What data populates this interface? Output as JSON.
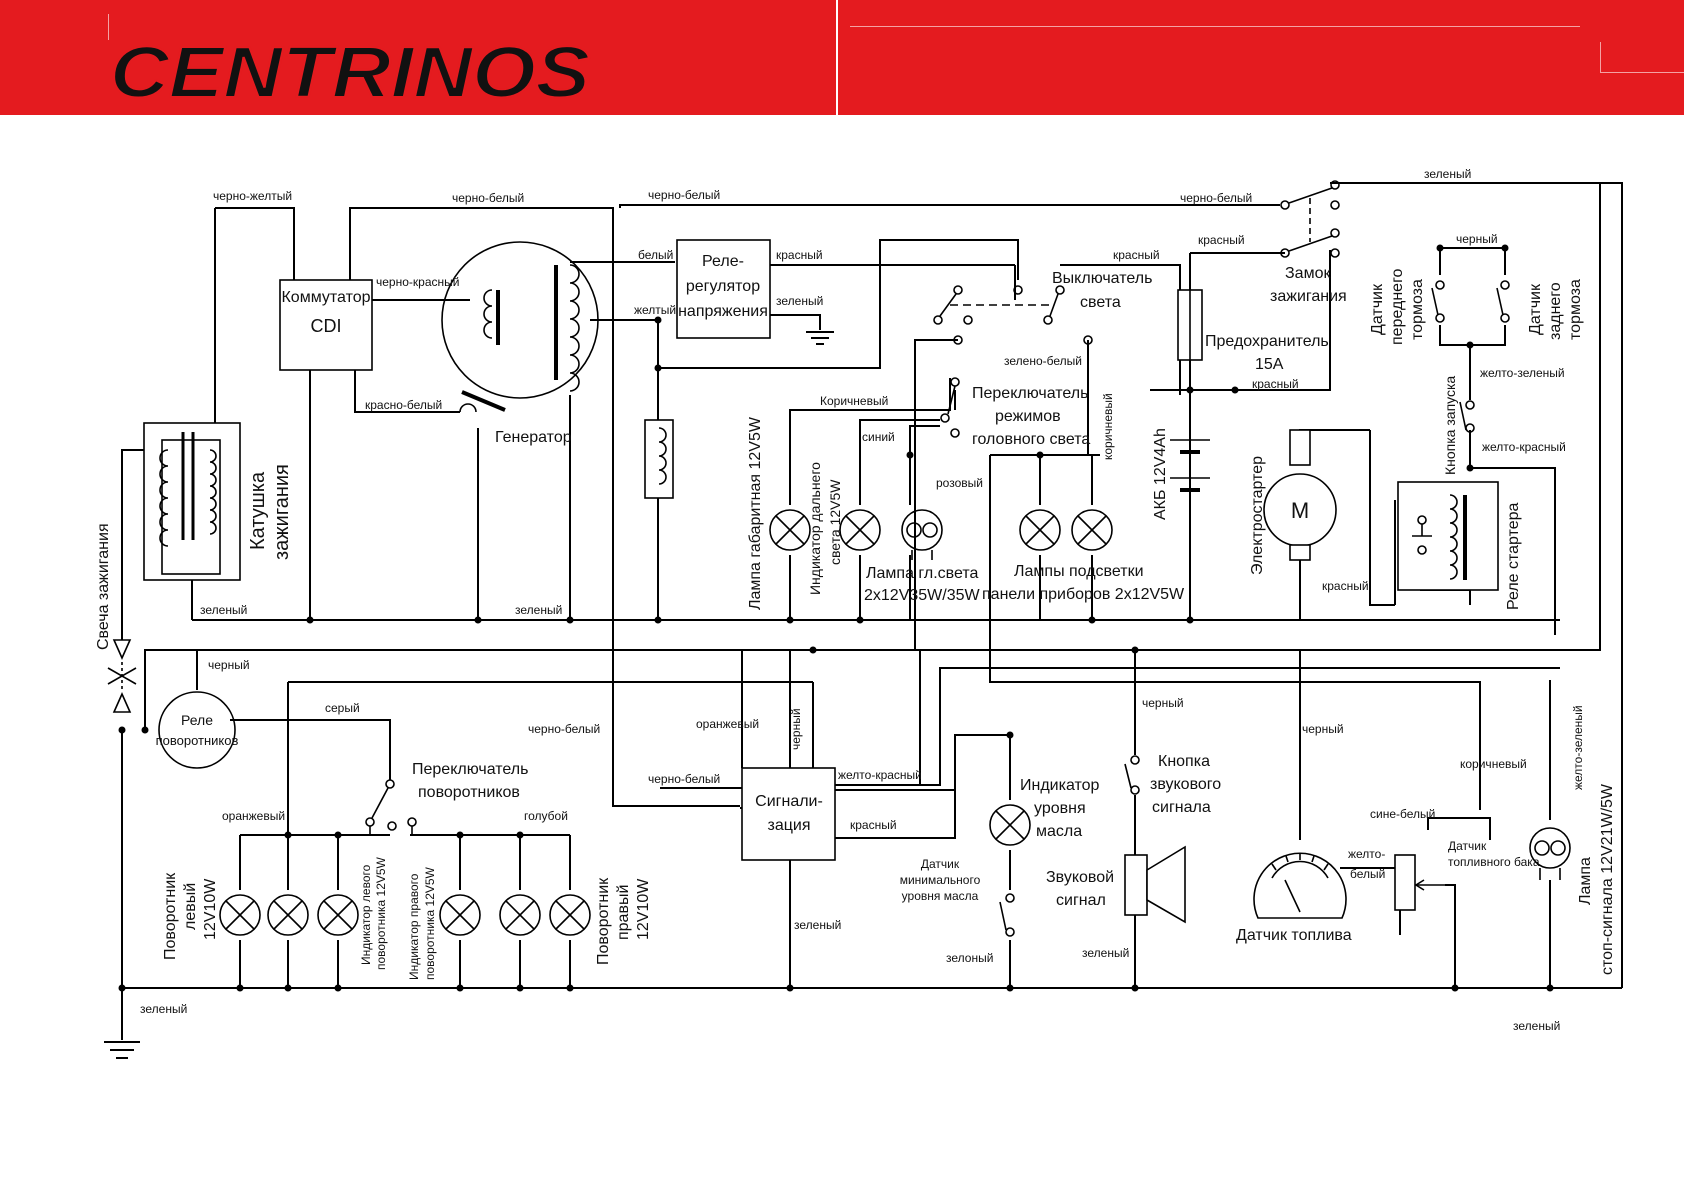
{
  "brand": {
    "logo_text": "CENTRINOS",
    "header_color": "#e41b1f",
    "logo_fill": "#ffffff",
    "logo_outline": "#e41b1f"
  },
  "components": {
    "commutator": "Коммутатор",
    "cdi": "CDI",
    "regulator": [
      "Реле-",
      "регулятор",
      "напряжения"
    ],
    "generator": "Генератор",
    "ignition_coil": [
      "Катушка",
      "зажигания"
    ],
    "spark_plug": "Свеча зажигания",
    "light_switch": [
      "Выключатель",
      "света"
    ],
    "headlight_switch": [
      "Переключатель",
      "режимов",
      "головного света"
    ],
    "ignition_lock": [
      "Замок",
      "зажигания"
    ],
    "fuse": [
      "Предохранитель",
      "15А"
    ],
    "battery": "АКБ 12V4Ah",
    "starter": "Электростартер",
    "starter_relay": "Реле стартера",
    "start_button": "Кнопка запуска",
    "front_brake": [
      "Датчик",
      "переднего",
      "тормоза"
    ],
    "rear_brake": [
      "Датчик",
      "заднего",
      "тормоза"
    ],
    "parking_lamp": "Лампа габаритная 12V5W",
    "high_beam_indicator": [
      "Индикатор дальнего",
      "света 12V5W"
    ],
    "headlamp": [
      "Лампа гл.света",
      "2х12V35W/35W"
    ],
    "dash_lamps": [
      "Лампы подсветки",
      "панели приборов 2х12V5W"
    ],
    "turn_relay": [
      "Реле",
      "поворотников"
    ],
    "turn_switch": [
      "Переключатель",
      "поворотников"
    ],
    "alarm": [
      "Сигнали-",
      "зация"
    ],
    "oil_indicator": [
      "Индикатор",
      "уровня",
      "масла"
    ],
    "oil_sensor": [
      "Датчик",
      "минимального",
      "уровня масла"
    ],
    "horn_button": [
      "Кнопка",
      "звукового",
      "сигнала"
    ],
    "horn": [
      "Звуковой",
      "сигнал"
    ],
    "fuel_gauge": "Датчик топлива",
    "fuel_tank_sensor": [
      "Датчик",
      "топливного бака"
    ],
    "stop_lamp": [
      "Лампа",
      "стоп-сигнала 12V21W/5W"
    ],
    "turn_left": [
      "Поворотник",
      "левый",
      "12V10W"
    ],
    "turn_right": [
      "Поворотник",
      "правый",
      "12V10W"
    ],
    "left_indicator": [
      "Индикатор левого",
      "поворотника 12V5W"
    ],
    "right_indicator": [
      "Индикатор правого",
      "поворотника 12V5W"
    ],
    "motor_symbol": "M"
  },
  "wires": {
    "black_yellow": "черно-желтый",
    "black_white_1": "черно-белый",
    "black_white_2": "черно-белый",
    "black_white_3": "черно-белый",
    "black_white_4": "черно-белый",
    "black_white_5": "черно-белый",
    "black_red": "черно-красный",
    "red_white": "красно-белый",
    "green_top": "зеленый",
    "green_coil": "зеленый",
    "green_gen": "зеленый",
    "green_reg": "зеленый",
    "green_alarm": "зеленый",
    "green_oil": "зелоный",
    "green_horn": "зеленый",
    "green_ground": "зеленый",
    "green_right": "зеленый",
    "white": "белый",
    "yellow": "желтый",
    "red_reg": "красный",
    "red_switch": "красный",
    "red_fuse": "красный",
    "red_batt": "красный",
    "red_starter": "красный",
    "red_alarm": "красный",
    "black_brake": "черный",
    "black_relay": "черный",
    "black_alarm": "черный",
    "black_horn": "черный",
    "black_fuel": "черный",
    "brown_parking": "Коричневый",
    "brown_dash": "коричневый",
    "brown_stop": "коричневый",
    "green_white": "зелено-белый",
    "blue": "синий",
    "pink": "розовый",
    "yellow_green_1": "желто-зеленый",
    "yellow_green_2": "желто-зеленый",
    "yellow_red_1": "желто-красный",
    "yellow_red_2": "желто-красный",
    "gray": "серый",
    "orange_1": "оранжевый",
    "orange_2": "оранжевый",
    "light_blue": "голубой",
    "blue_white": "сине-белый",
    "yellow_white": [
      "желто-",
      "белый"
    ]
  }
}
